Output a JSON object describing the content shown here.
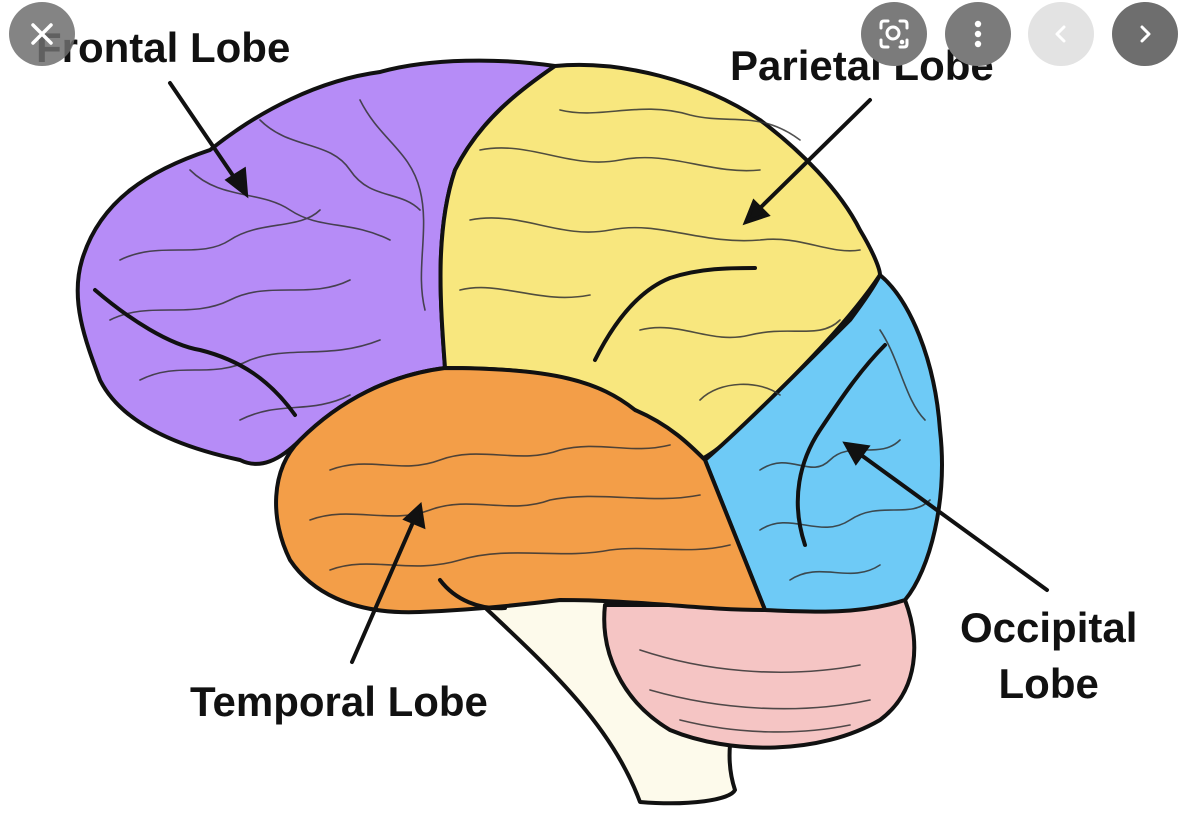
{
  "diagram": {
    "labels": {
      "frontal": "Frontal Lobe",
      "parietal": "Parietal Lobe",
      "temporal": "Temporal Lobe",
      "occipital_line1": "Occipital",
      "occipital_line2": "Lobe"
    },
    "colors": {
      "frontal": "#b68cf7",
      "parietal": "#f8e77e",
      "temporal": "#f39e48",
      "occipital": "#6ecaf6",
      "cerebellum": "#f5c5c4",
      "brainstem": "#fdfaeb",
      "outline": "#111111"
    }
  },
  "controls": {
    "close": "close-icon",
    "lens": "lens-icon",
    "more": "more-vertical-icon",
    "previous": "chevron-left-icon",
    "next": "chevron-right-icon"
  }
}
